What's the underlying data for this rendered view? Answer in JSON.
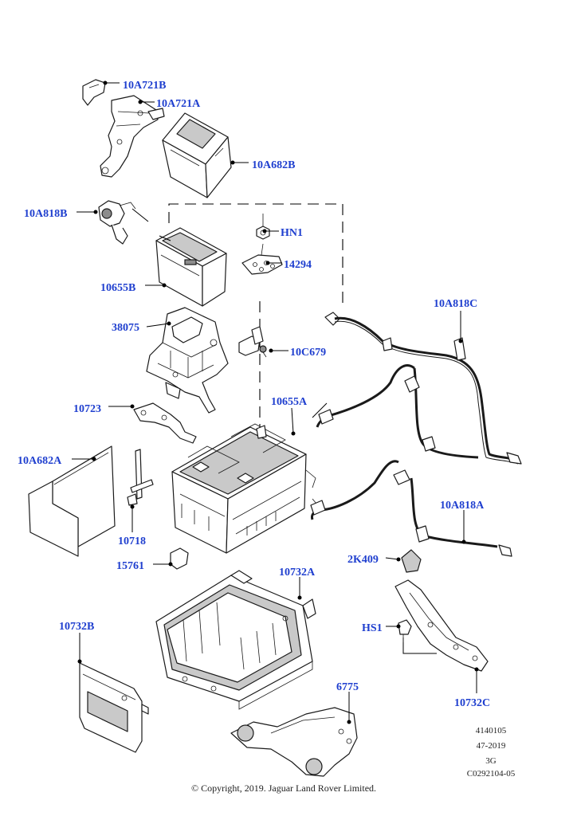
{
  "callouts": {
    "c10A721B": "10A721B",
    "c10A721A": "10A721A",
    "c10A682B": "10A682B",
    "c10A818B": "10A818B",
    "cHN1": "HN1",
    "c14294": "14294",
    "c10655B": "10655B",
    "c10A818C": "10A818C",
    "c38075": "38075",
    "c10C679": "10C679",
    "c10655A": "10655A",
    "c10723": "10723",
    "c10A682A": "10A682A",
    "c10718": "10718",
    "c10A818A": "10A818A",
    "c15761": "15761",
    "c10732A": "10732A",
    "c2K409": "2K409",
    "c10732B": "10732B",
    "cHS1": "HS1",
    "c10732C": "10732C",
    "c6775": "6775"
  },
  "meta": {
    "ref": "4140105",
    "date": "47-2019",
    "rev": "3G",
    "code": "C0292104-05"
  },
  "copyright": "© Copyright, 2019. Jaguar Land Rover Limited."
}
